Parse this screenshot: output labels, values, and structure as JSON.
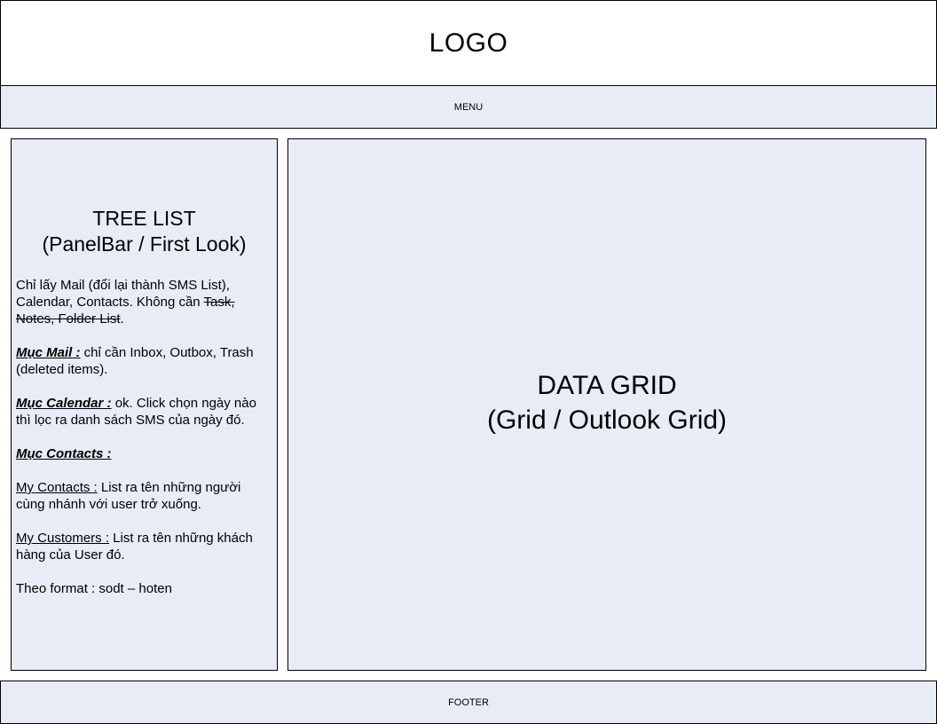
{
  "header": {
    "logo_label": "LOGO"
  },
  "menu": {
    "label": "MENU"
  },
  "tree_panel": {
    "title_line1": "TREE LIST",
    "title_line2": "(PanelBar / First Look)",
    "intro_prefix": "Chỉ lấy Mail (đổi lại thành SMS List), Calendar, Contacts. Không cần ",
    "intro_struck": "Task, Notes, Folder List",
    "intro_suffix": ".",
    "mail_heading": "Mục Mail :",
    "mail_text": " chỉ cần Inbox, Outbox, Trash (deleted items).",
    "calendar_heading": "Mục Calendar :",
    "calendar_text": " ok. Click chọn ngày nào thì lọc ra danh sách SMS của ngày đó.",
    "contacts_heading": "Mục Contacts :",
    "my_contacts_label": "My Contacts :",
    "my_contacts_text": " List ra tên những người cùng nhánh với user trở xuống.",
    "my_customers_label": "My Customers :",
    "my_customers_text": " List ra tên những khách hàng của User đó.",
    "format_text": "Theo format : sodt – hoten"
  },
  "data_grid": {
    "title_line1": "DATA GRID",
    "title_line2": "(Grid / Outlook Grid)"
  },
  "footer": {
    "label": "FOOTER"
  },
  "colors": {
    "panel_fill": "#e8ecf6",
    "border": "#000000",
    "header_fill": "#ffffff"
  }
}
